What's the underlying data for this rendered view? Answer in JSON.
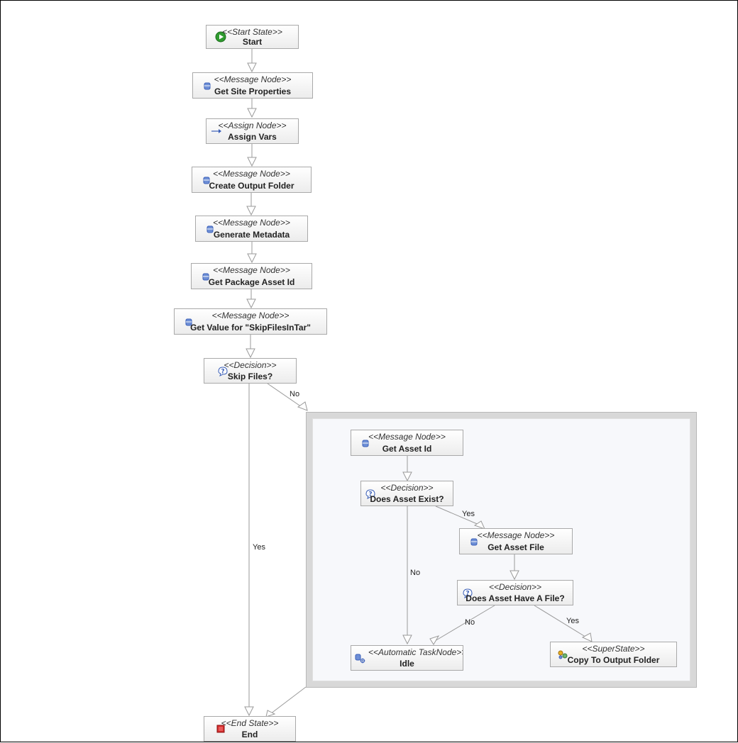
{
  "nodes": {
    "start": {
      "stereotype": "<<Start State>>",
      "label": "Start",
      "icon": "start-icon"
    },
    "get_site_properties": {
      "stereotype": "<<Message Node>>",
      "label": "Get Site Properties",
      "icon": "message-node-icon"
    },
    "assign_vars": {
      "stereotype": "<<Assign Node>>",
      "label": "Assign Vars",
      "icon": "assign-arrow-icon"
    },
    "create_output_folder": {
      "stereotype": "<<Message Node>>",
      "label": "Create Output Folder",
      "icon": "message-node-icon"
    },
    "generate_metadata": {
      "stereotype": "<<Message Node>>",
      "label": "Generate Metadata",
      "icon": "message-node-icon"
    },
    "get_package_asset_id": {
      "stereotype": "<<Message Node>>",
      "label": "Get Package Asset Id",
      "icon": "message-node-icon"
    },
    "get_value_skipfiles": {
      "stereotype": "<<Message Node>>",
      "label": "Get Value for \"SkipFilesInTar\"",
      "icon": "message-node-icon"
    },
    "skip_files": {
      "stereotype": "<<Decision>>",
      "label": "Skip Files?",
      "icon": "decision-icon"
    },
    "get_asset_id": {
      "stereotype": "<<Message Node>>",
      "label": "Get Asset Id",
      "icon": "message-node-icon"
    },
    "does_asset_exist": {
      "stereotype": "<<Decision>>",
      "label": "Does Asset Exist?",
      "icon": "decision-icon"
    },
    "get_asset_file": {
      "stereotype": "<<Message Node>>",
      "label": "Get Asset File",
      "icon": "message-node-icon"
    },
    "does_asset_have_file": {
      "stereotype": "<<Decision>>",
      "label": "Does Asset Have A File?",
      "icon": "decision-icon"
    },
    "idle": {
      "stereotype": "<<Automatic TaskNode>>",
      "label": "Idle",
      "icon": "automatic-task-icon"
    },
    "copy_to_output": {
      "stereotype": "<<SuperState>>",
      "label": "Copy To Output Folder",
      "icon": "superstate-icon"
    },
    "end": {
      "stereotype": "<<End State>>",
      "label": "End",
      "icon": "end-icon"
    }
  },
  "edge_labels": {
    "skip_no": "No",
    "skip_yes": "Yes",
    "exist_yes": "Yes",
    "exist_no": "No",
    "file_no": "No",
    "file_yes": "Yes"
  },
  "colors": {
    "edge": "#9a9a9a",
    "arrowhead_fill": "#ffffff",
    "start_green": "#2e9a2e",
    "end_red": "#d42a2a",
    "message_blue": "#3a5fb8"
  }
}
